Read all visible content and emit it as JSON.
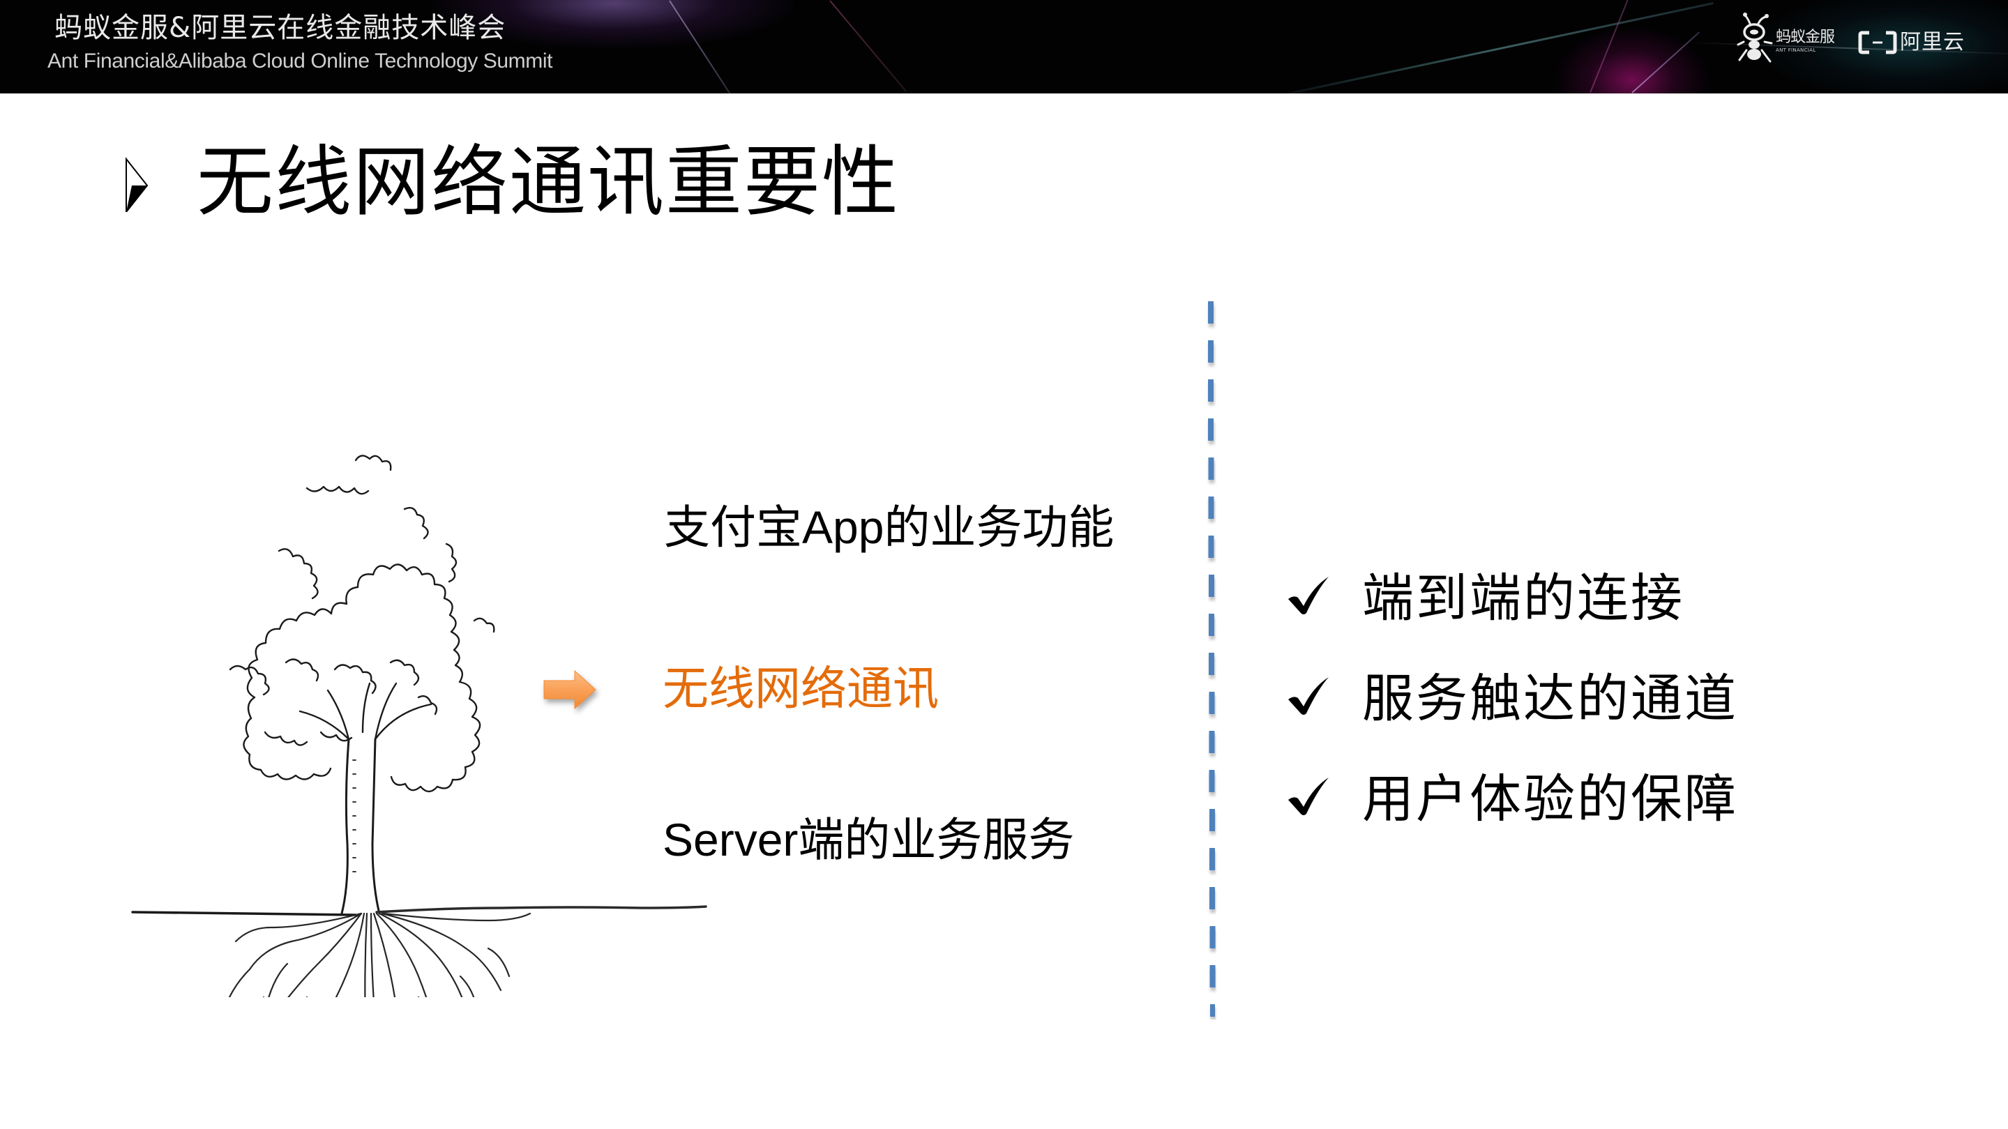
{
  "header": {
    "title_cn": "蚂蚁金服&阿里云在线金融技术峰会",
    "title_en": "Ant Financial&Alibaba Cloud Online Technology Summit",
    "logos": {
      "ant_financial": {
        "icon": "ant-mascot-icon",
        "text_cn": "蚂蚁金服",
        "text_en": "ANT FINANCIAL"
      },
      "aliyun": {
        "icon": "aliyun-bracket-icon",
        "text": "阿里云"
      }
    }
  },
  "slide": {
    "title_bullet_icon": "arrowhead-bullet-icon",
    "title": "无线网络通讯重要性",
    "illustration": {
      "icon": "tree-with-roots-illustration",
      "labels": {
        "top": {
          "prefix": "支付宝",
          "latin": "App",
          "suffix": "的业务功能"
        },
        "middle": {
          "text": "无线网络通讯",
          "arrow_icon": "orange-right-arrow-icon"
        },
        "bottom": {
          "latin": "Server",
          "suffix": "端的业务服务"
        }
      }
    },
    "checklist": {
      "icon": "check-icon",
      "items": [
        {
          "text": "端到端的连接"
        },
        {
          "text": "服务触达的通道"
        },
        {
          "text": "用户体验的保障"
        }
      ]
    }
  },
  "colors": {
    "header_bg": "#020203",
    "highlight_orange": "#e46c0a",
    "arrow_orange": "#f79646",
    "divider_blue": "#4f81bd",
    "text": "#000000",
    "background": "#ffffff"
  }
}
